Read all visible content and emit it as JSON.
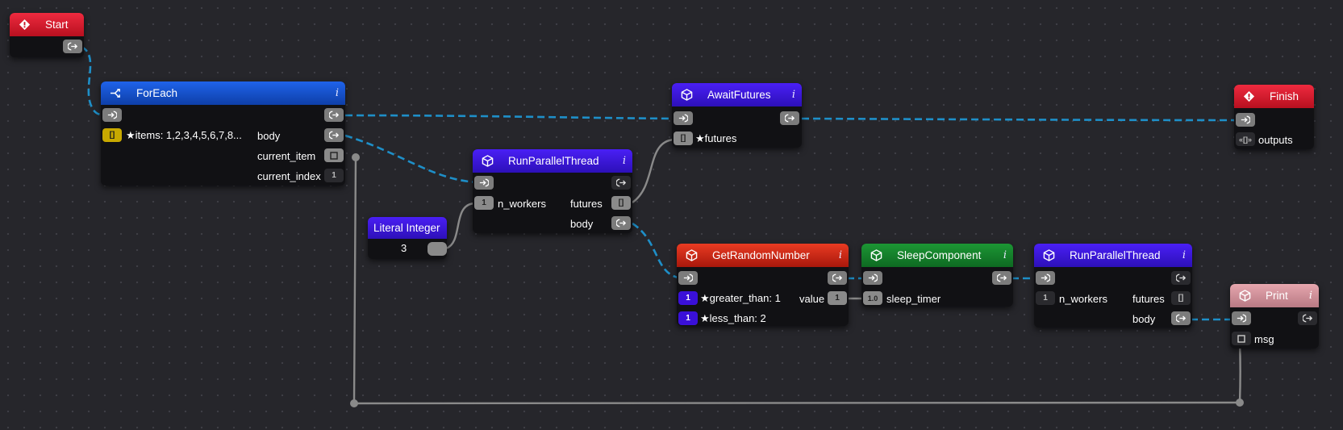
{
  "nodes": {
    "start": {
      "title": "Start"
    },
    "foreach": {
      "title": "ForEach",
      "items_label": "★items: 1,2,3,4,5,6,7,8...",
      "body_label": "body",
      "current_item_label": "current_item",
      "current_index_label": "current_index",
      "current_index_pin": "1",
      "items_pin": "[]"
    },
    "await_futures": {
      "title": "AwaitFutures",
      "futures_label": "★futures",
      "futures_pin": "[]"
    },
    "finish": {
      "title": "Finish",
      "outputs_label": "outputs",
      "outputs_pin": "«[]»"
    },
    "run_parallel_1": {
      "title": "RunParallelThread",
      "n_workers_label": "n_workers",
      "n_workers_pin": "1",
      "futures_label": "futures",
      "futures_pin": "[]",
      "body_label": "body"
    },
    "literal_integer": {
      "title": "Literal Integer",
      "value": "3"
    },
    "get_random_number": {
      "title": "GetRandomNumber",
      "greater_than_label": "★greater_than: 1",
      "less_than_label": "★less_than: 2",
      "value_label": "value",
      "pin_1": "1",
      "pin_2": "1",
      "value_pin": "1"
    },
    "sleep_component": {
      "title": "SleepComponent",
      "sleep_timer_label": "sleep_timer",
      "sleep_timer_pin": "1.0"
    },
    "run_parallel_2": {
      "title": "RunParallelThread",
      "n_workers_label": "n_workers",
      "n_workers_pin": "1",
      "futures_label": "futures",
      "futures_pin": "[]",
      "body_label": "body"
    },
    "print": {
      "title": "Print",
      "msg_label": "msg"
    }
  },
  "info_glyph": "i",
  "icons": {
    "event": "diamond-event-icon",
    "loop": "branch-loop-icon",
    "component": "cube-icon",
    "exec_in": "arrow-in-icon",
    "exec_out": "arrow-out-icon"
  },
  "colors": {
    "background": "#26262b",
    "event_header": "#d81a2c",
    "loop_header": "#1552d0",
    "component_header": "#3d17e0",
    "random_header": "#d42a17",
    "sleep_header": "#18842c",
    "print_header": "#d2939b",
    "exec_edge": "#1e8fc8",
    "data_edge": "#8a8a8a"
  }
}
